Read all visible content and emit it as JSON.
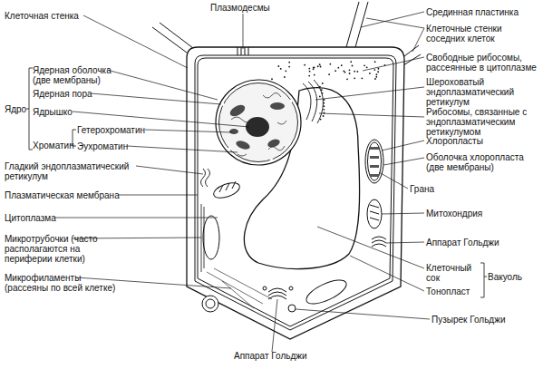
{
  "diagram": {
    "labels": [
      "Клеточная стенка",
      "Плазмодесмы",
      "Срединная пластинка",
      "Клеточные стенки соседних клеток",
      "Свободные рибосомы, рассеянные в цитоплазме",
      "Шероховатый эндоплазматический ретикулум",
      "Рибосомы, связанные с эндоплазматическим ретикулумом",
      "Хлоропласты",
      "Оболочка хлоропласта (две мембраны)",
      "Грана",
      "Митохондрия",
      "Аппарат Гольджи",
      "Клеточный сок",
      "Вакуоль",
      "Тонопласт",
      "Пузырек Гольджи",
      "Ядерная оболочка (две мембраны)",
      "Ядро",
      "Ядерная пора",
      "Ядрышко",
      "Гетерохроматин",
      "Хроматин",
      "Эухроматин",
      "Гладкий эндоплазматический ретикулум",
      "Плазматическая мембрана",
      "Цитоплазма",
      "Микротрубочки (часто располагаются на периферии клетки)",
      "Микрофиламенты (рассеяны по всей клетке)",
      "Аппарат Гольджи"
    ]
  }
}
